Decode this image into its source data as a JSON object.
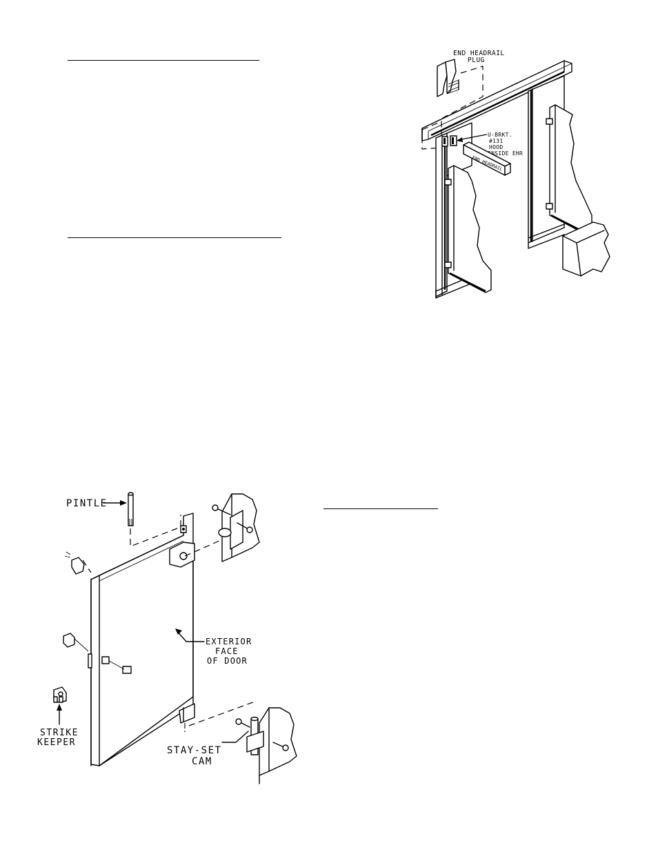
{
  "headrail_figure": {
    "end_headrail_plug_label": "END HEADRAIL PLUG",
    "u_bracket_label": "U-BRKT. #131 HOOD INSIDE EHR",
    "end_headrail_label": "END HEADRAIL"
  },
  "door_figure": {
    "pintle_label": "PINTLE",
    "exterior_face_label": "EXTERIOR FACE OF DOOR",
    "strike_keeper_label": "STRIKE KEEPER",
    "stay_set_cam_label": "STAY-SET CAM"
  }
}
